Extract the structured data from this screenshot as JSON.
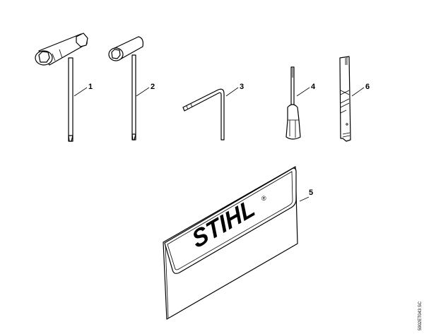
{
  "parts": [
    {
      "number": "1",
      "depicts": "combination-wrench-large"
    },
    {
      "number": "2",
      "depicts": "combination-wrench-small"
    },
    {
      "number": "3",
      "depicts": "hex-key"
    },
    {
      "number": "4",
      "depicts": "screwdriver"
    },
    {
      "number": "5",
      "depicts": "tool-pouch"
    },
    {
      "number": "6",
      "depicts": "file-gauge"
    }
  ],
  "pouch_logo": "STIHL",
  "registered_mark": "®",
  "drawing_code": "5902ET043 SC"
}
